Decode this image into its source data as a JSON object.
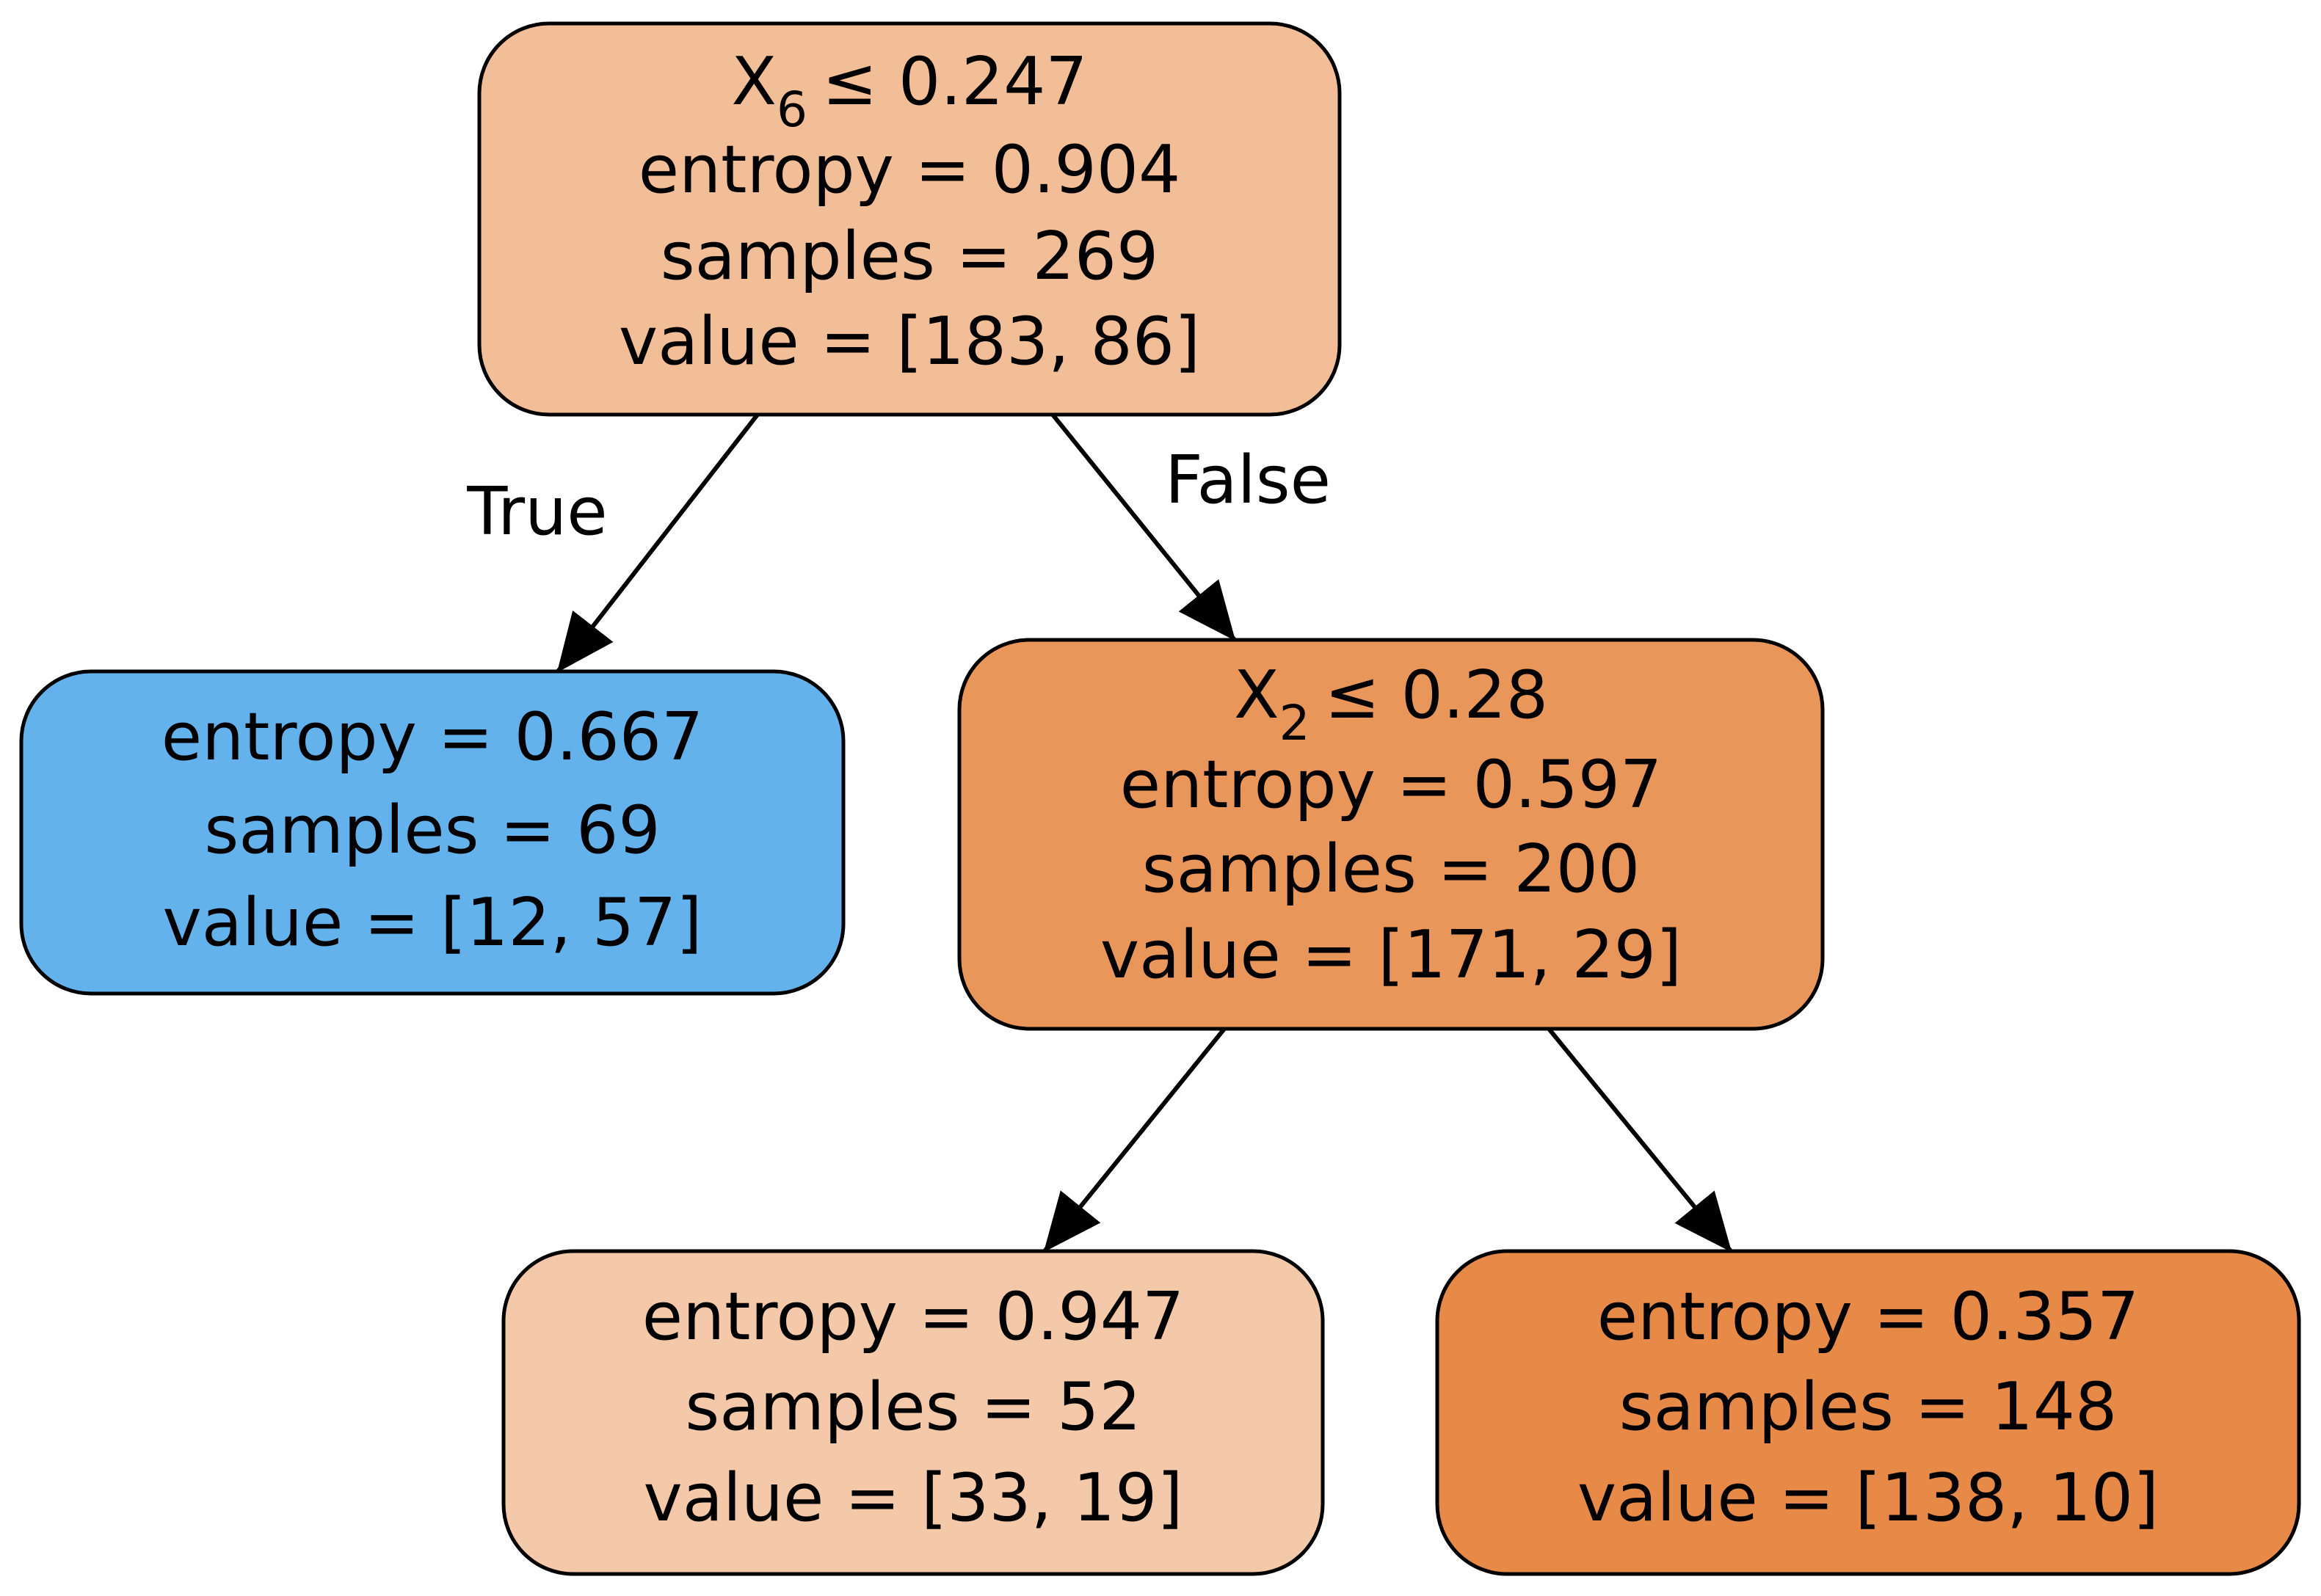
{
  "tree": {
    "nodes": {
      "root": {
        "feature": "X",
        "feature_index": "6",
        "threshold": "≤ 0.247",
        "entropy": "entropy = 0.904",
        "samples": "samples = 269",
        "value": "value = [183, 86]",
        "fill": "#f2be98"
      },
      "left_leaf": {
        "entropy": "entropy = 0.667",
        "samples": "samples = 69",
        "value": "value = [12, 57]",
        "fill": "#63b2eb"
      },
      "right_split": {
        "feature": "X",
        "feature_index": "2",
        "threshold": "≤ 0.28",
        "entropy": "entropy = 0.597",
        "samples": "samples = 200",
        "value": "value = [171, 29]",
        "fill": "#e9965b"
      },
      "right_left_leaf": {
        "entropy": "entropy = 0.947",
        "samples": "samples = 52",
        "value": "value = [33, 19]",
        "fill": "#f4c9aa"
      },
      "right_right_leaf": {
        "entropy": "entropy = 0.357",
        "samples": "samples = 148",
        "value": "value = [138, 10]",
        "fill": "#e78a48"
      }
    },
    "edges": {
      "true_label": "True",
      "false_label": "False"
    }
  }
}
